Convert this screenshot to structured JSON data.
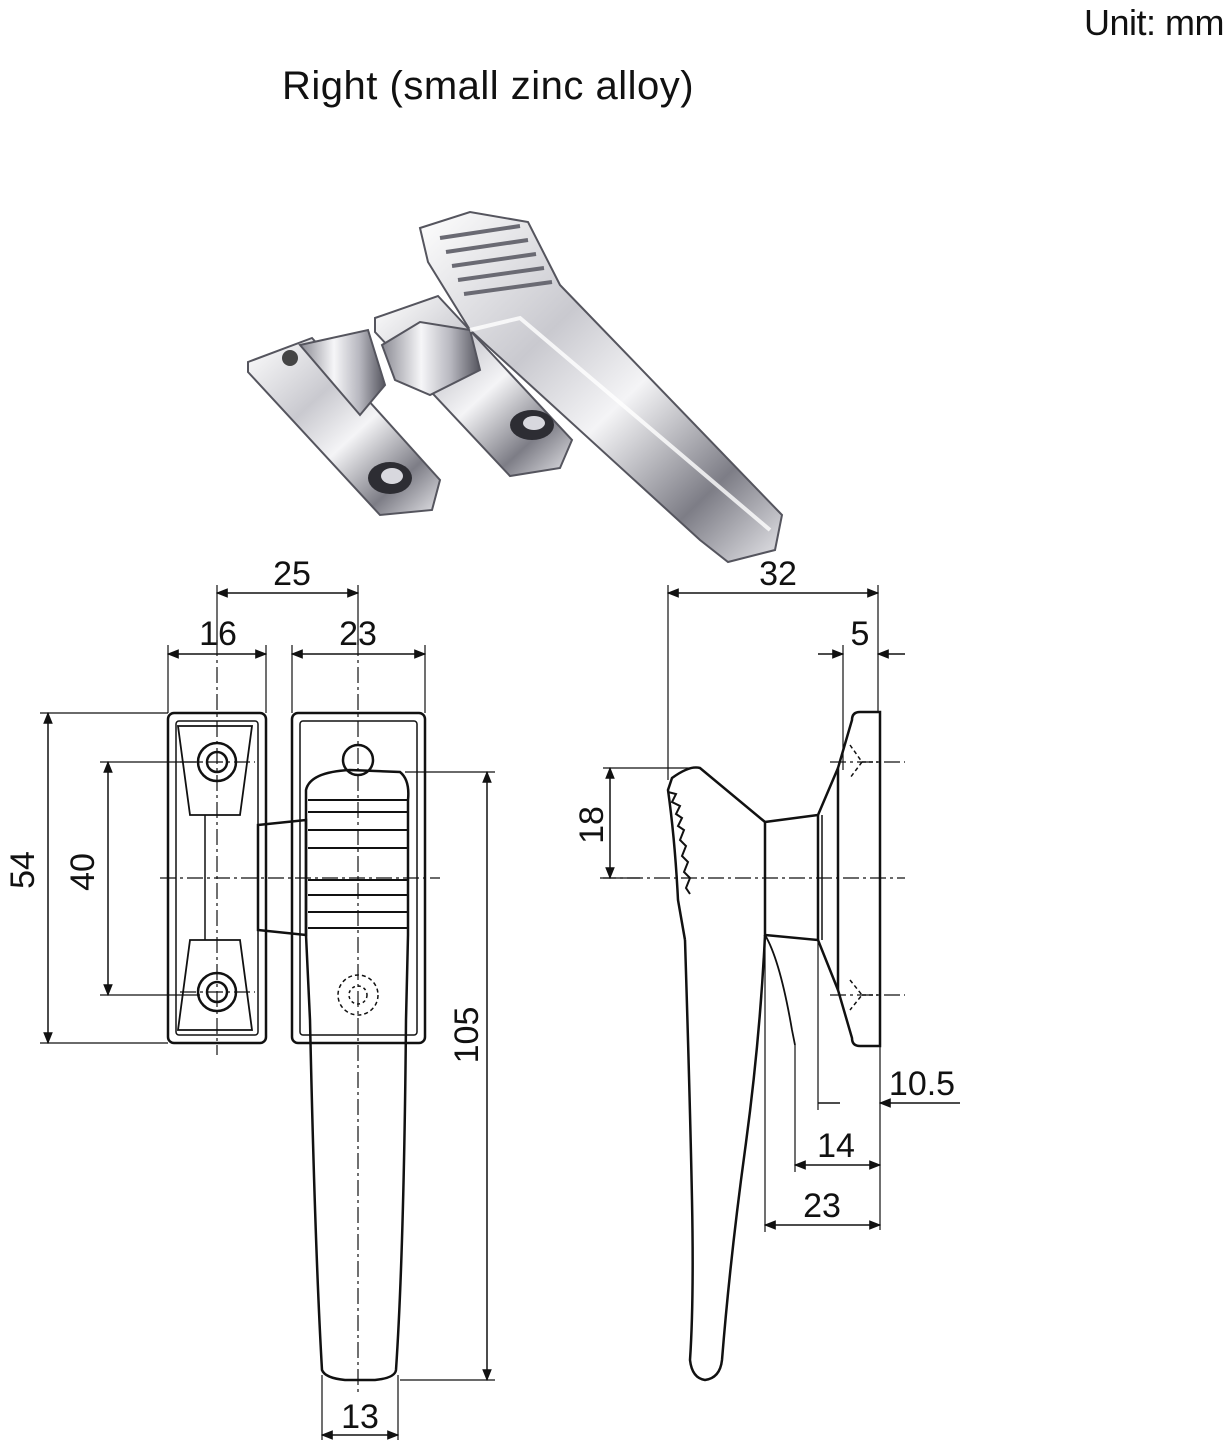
{
  "header": {
    "unit_label": "Unit: mm",
    "title": "Right (small zinc alloy)"
  },
  "front_view": {
    "dims": {
      "d25": "25",
      "d16": "16",
      "d23": "23",
      "d54": "54",
      "d40": "40",
      "d105": "105",
      "d13": "13"
    }
  },
  "side_view": {
    "dims": {
      "d32": "32",
      "d5": "5",
      "d18": "18",
      "d10_5": "10.5",
      "d14": "14",
      "d23": "23"
    }
  },
  "colors": {
    "line": "#111111",
    "chrome_light": "#f2f2f4",
    "chrome_dark": "#5a5a62"
  }
}
